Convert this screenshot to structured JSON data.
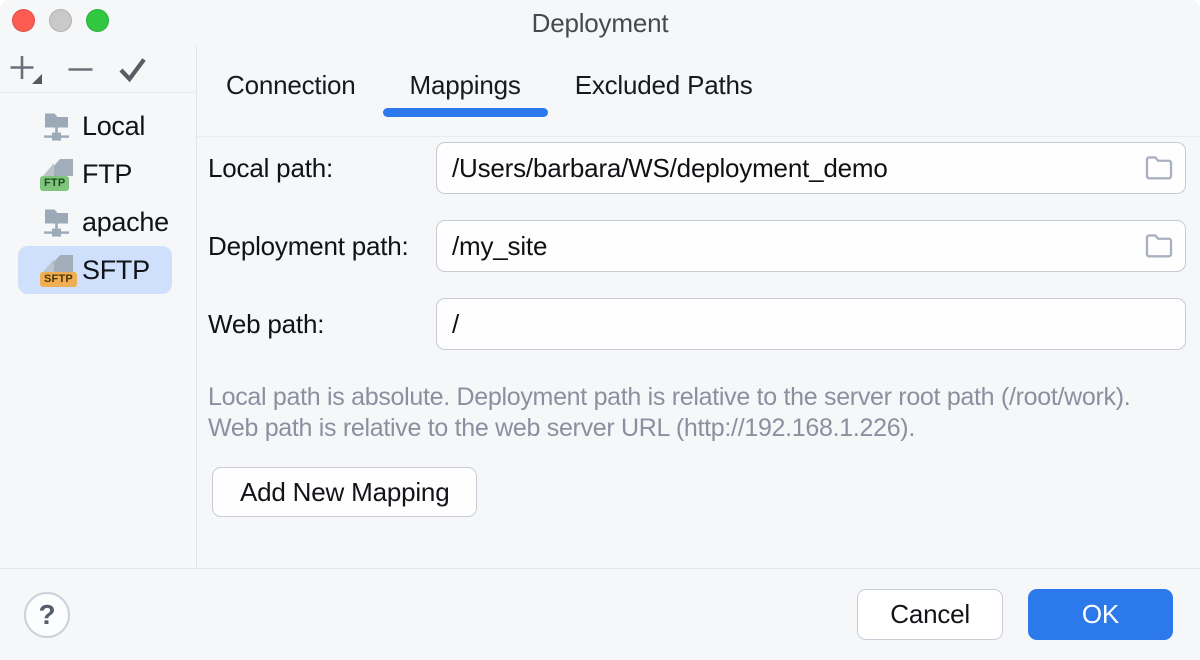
{
  "window": {
    "title": "Deployment"
  },
  "sidebar": {
    "servers": [
      {
        "label": "Local"
      },
      {
        "label": "FTP",
        "badge": "FTP"
      },
      {
        "label": "apache"
      },
      {
        "label": "SFTP",
        "badge": "SFTP",
        "selected": true
      }
    ]
  },
  "tabs": [
    {
      "label": "Connection",
      "active": false
    },
    {
      "label": "Mappings",
      "active": true
    },
    {
      "label": "Excluded Paths",
      "active": false
    }
  ],
  "form": {
    "fields": [
      {
        "label": "Local path:",
        "value": "/Users/barbara/WS/deployment_demo"
      },
      {
        "label": "Deployment path:",
        "value": "/my_site"
      },
      {
        "label": "Web path:",
        "value": "/"
      }
    ],
    "hint_line1": "Local path is absolute. Deployment path is relative to the server root path (/root/work).",
    "hint_line2": "Web path is relative to the web server URL (http://192.168.1.226).",
    "add_mapping_button": "Add New Mapping"
  },
  "footer": {
    "help": "?",
    "cancel": "Cancel",
    "ok": "OK"
  },
  "colors": {
    "accent": "#2B79EB",
    "selection": "#CFE0FC",
    "badge_ftp_bg": "#7EC47C",
    "badge_ftp_text": "#1E4A1F",
    "badge_sftp_bg": "#EFAE53",
    "badge_sftp_text": "#4F3700",
    "traffic_red": "#FC5B52",
    "traffic_gray": "#C9C9C9",
    "traffic_green": "#30C841"
  }
}
